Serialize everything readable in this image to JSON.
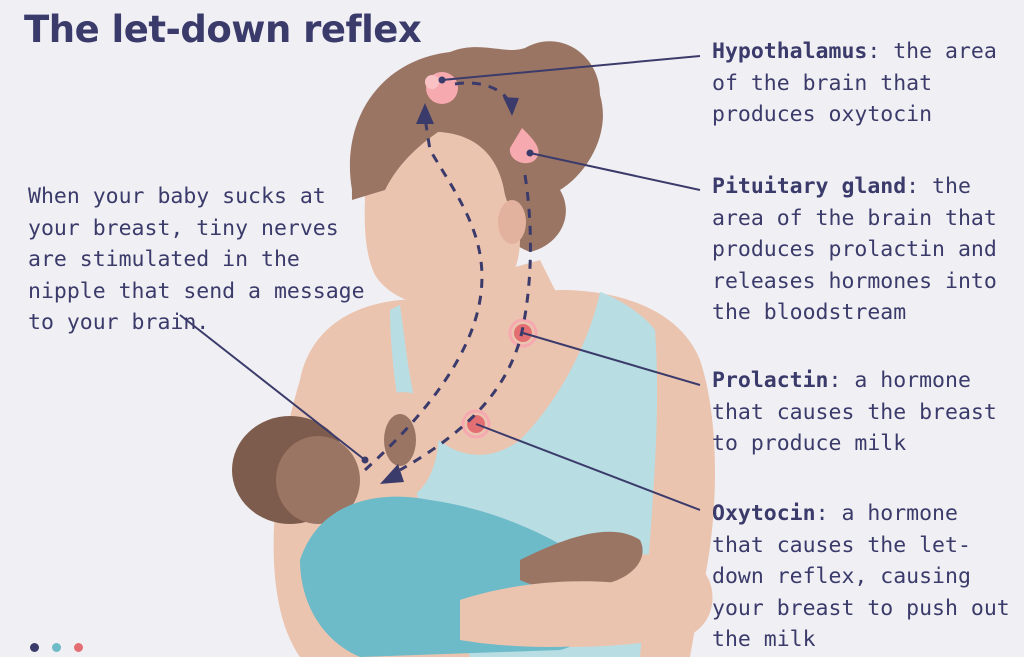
{
  "title": "The let-down reflex",
  "intro_text": "When your baby sucks at your breast, tiny nerves are stimulated in the nipple that send a message to your brain.",
  "labels": {
    "hypothalamus": {
      "term": "Hypothalamus",
      "desc": ": the area of the brain that produces oxytocin"
    },
    "pituitary": {
      "term": "Pituitary gland",
      "desc": ": the area of the brain that produces prolactin and releases hormones into the bloodstream"
    },
    "prolactin": {
      "term": "Prolactin",
      "desc": ": a hormone that causes the breast to produce milk"
    },
    "oxytocin": {
      "term": "Oxytocin",
      "desc": ": a hormone that causes the let-down reflex, causing your breast to push out the milk"
    }
  },
  "colors": {
    "text": "#3b3b6b",
    "background": "#f0f0f4",
    "hair": "#9b7564",
    "skin": "#ebc4b0",
    "skin_shadow": "#e3b29f",
    "top": "#b8dde3",
    "baby_skin": "#9b7564",
    "baby_clothes": "#6dbac8",
    "pointer": "#e46f73",
    "gland": "#f6a9ae"
  },
  "brand_dot_colors": [
    "#3b3b6b",
    "#6dbac8",
    "#e46f73"
  ]
}
